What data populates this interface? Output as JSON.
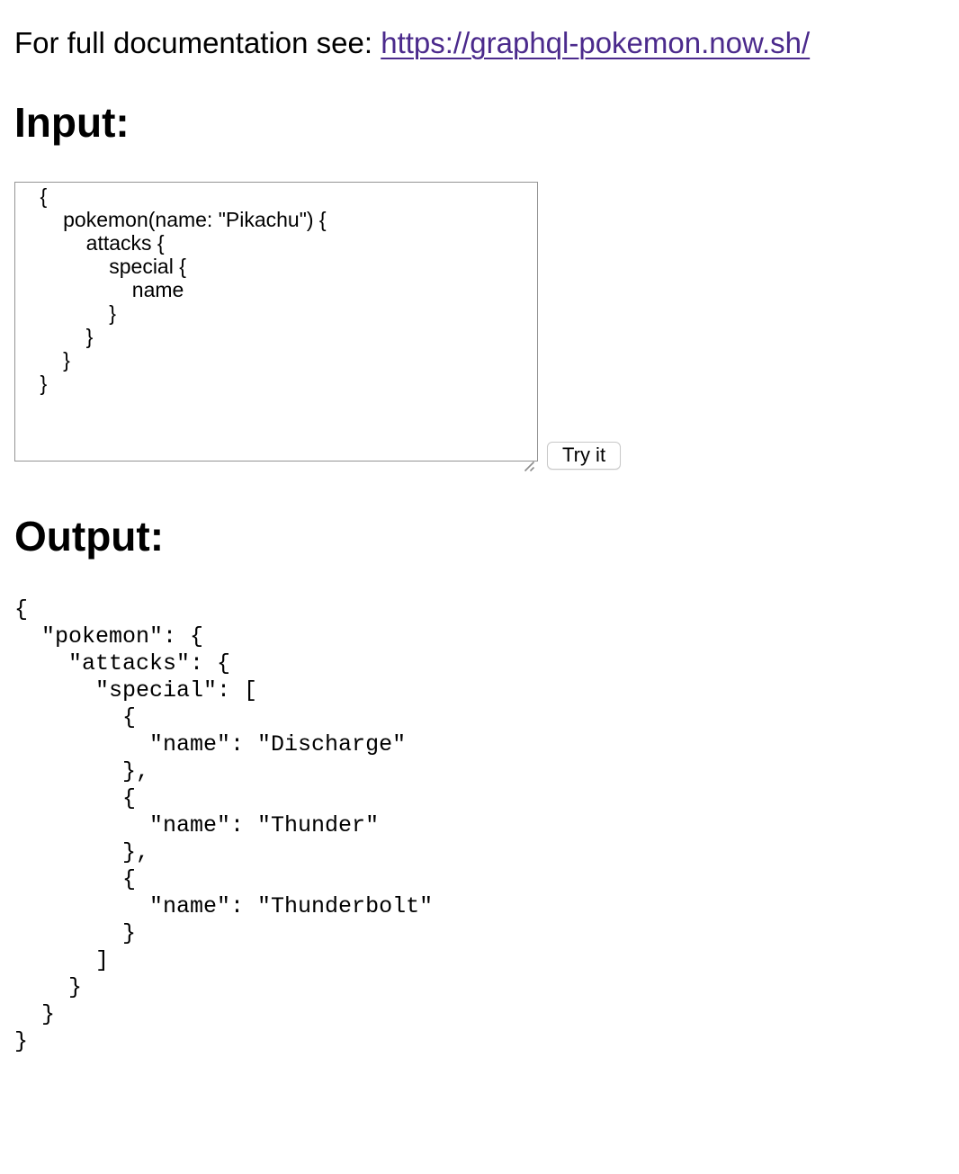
{
  "doc_line": {
    "text": "For full documentation see: ",
    "link_text": "https://graphql-pokemon.now.sh/"
  },
  "headings": {
    "input": "Input:",
    "output": "Output:"
  },
  "editor": {
    "value": "    {\n        pokemon(name: \"Pikachu\") {\n            attacks {\n                special {\n                    name\n                }\n            }\n        }\n    }"
  },
  "buttons": {
    "try_it": "Try it"
  },
  "output": {
    "text": "{\n  \"pokemon\": {\n    \"attacks\": {\n      \"special\": [\n        {\n          \"name\": \"Discharge\"\n        },\n        {\n          \"name\": \"Thunder\"\n        },\n        {\n          \"name\": \"Thunderbolt\"\n        }\n      ]\n    }\n  }\n}",
    "result": {
      "pokemon": {
        "attacks": {
          "special": [
            {
              "name": "Discharge"
            },
            {
              "name": "Thunder"
            },
            {
              "name": "Thunderbolt"
            }
          ]
        }
      }
    }
  },
  "icons": {
    "resize_handle": "textarea-resize-grip"
  },
  "colors": {
    "link": "#4b2a8c",
    "textarea_border": "#949494",
    "button_border": "#c8c8c8",
    "resize_grip": "#8c8c8c"
  }
}
